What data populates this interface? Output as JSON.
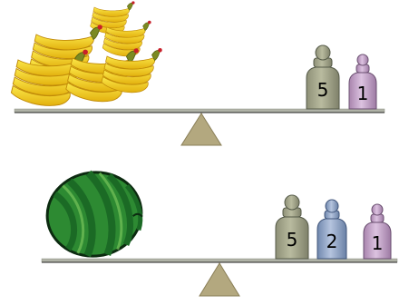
{
  "scales": [
    {
      "left_item": "banana-bunches",
      "weights": [
        {
          "label": "5",
          "color": "#a6a88d"
        },
        {
          "label": "1",
          "color": "#c9a7cf"
        }
      ]
    },
    {
      "left_item": "watermelon",
      "weights": [
        {
          "label": "5",
          "color": "#a6a88d"
        },
        {
          "label": "2",
          "color": "#9cb0cf"
        },
        {
          "label": "1",
          "color": "#c9a7cf"
        }
      ]
    }
  ],
  "colors": {
    "fulcrum": "#b3a87f",
    "beam": "#b0b3a7",
    "banana": "#f5d21a",
    "banana_shade": "#e2ac0c",
    "melon_dark": "#1b6a25",
    "melon_light": "#5db04c"
  }
}
